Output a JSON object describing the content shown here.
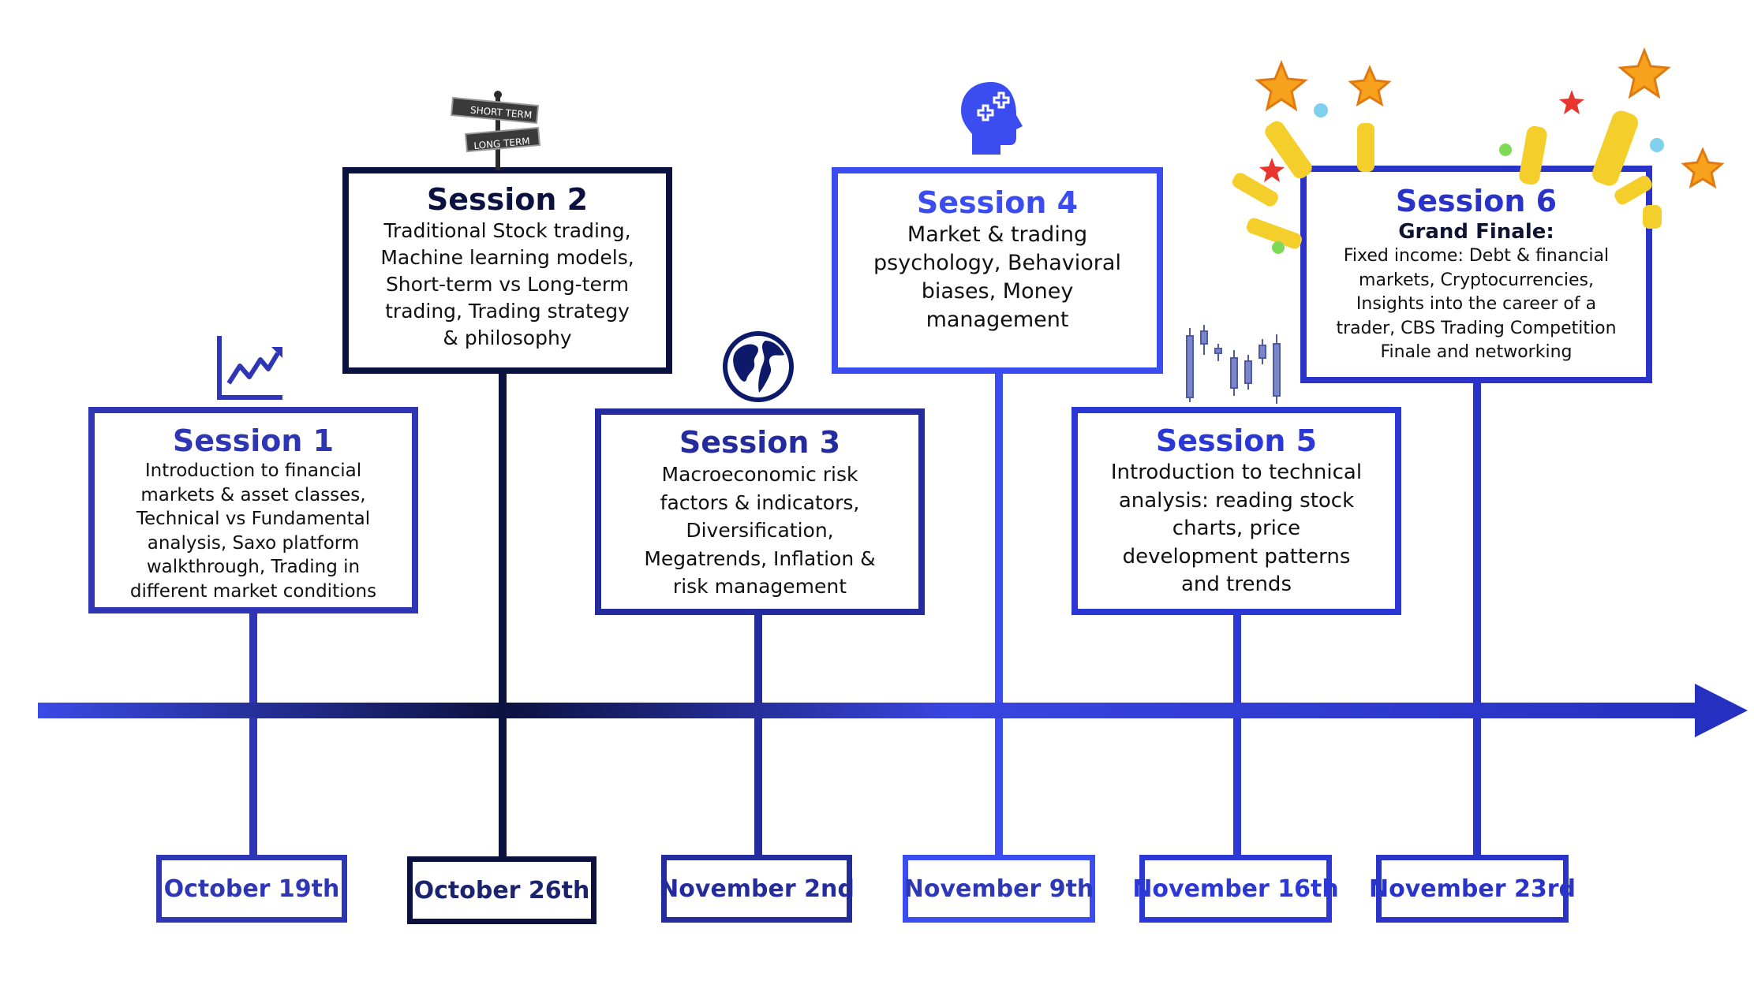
{
  "colors": {
    "blue1": "#2f36b6",
    "navy": "#0c1240",
    "blue3": "#242b9c",
    "bright": "#3b4cf0",
    "blue5": "#2c38d6",
    "blue6": "#2a33c8",
    "star": "#f7a21c",
    "ray": "#f4cf2b"
  },
  "sessions": [
    {
      "title": "Session 1",
      "lines": [
        "Introduction to financial",
        "markets & asset classes,",
        "Technical vs Fundamental",
        "analysis, Saxo platform",
        "walkthrough, Trading in",
        "different market conditions"
      ],
      "date": "October 19th",
      "icon": "chart-trend-icon"
    },
    {
      "title": "Session 2",
      "lines": [
        "Traditional Stock trading,",
        "Machine learning models,",
        "Short-term vs Long-term",
        "trading, Trading strategy",
        "& philosophy"
      ],
      "date": "October 26th",
      "icon": "street-sign-icon"
    },
    {
      "title": "Session 3",
      "lines": [
        "Macroeconomic risk",
        "factors & indicators,",
        "Diversification,",
        "Megatrends, Inflation &",
        "risk management"
      ],
      "date": "November 2nd",
      "icon": "globe-icon"
    },
    {
      "title": "Session 4",
      "lines": [
        "Market & trading",
        "psychology, Behavioral",
        "biases, Money",
        "management"
      ],
      "date": "November 9th",
      "icon": "brain-puzzle-icon"
    },
    {
      "title": "Session 5",
      "lines": [
        "Introduction to technical",
        "analysis: reading stock",
        "charts, price",
        "development patterns",
        "and trends"
      ],
      "date": "November 16th",
      "icon": "candlestick-icon"
    },
    {
      "title": "Session 6",
      "subtitle": "Grand Finale:",
      "lines": [
        "Fixed income: Debt & financial",
        "markets, Cryptocurrencies,",
        "Insights into the career of a",
        "trader, CBS Trading Competition",
        "Finale and networking"
      ],
      "date": "November 23rd",
      "icon": "celebration-icon"
    }
  ],
  "sign": {
    "top": "SHORT TERM",
    "bottom": "LONG TERM"
  }
}
